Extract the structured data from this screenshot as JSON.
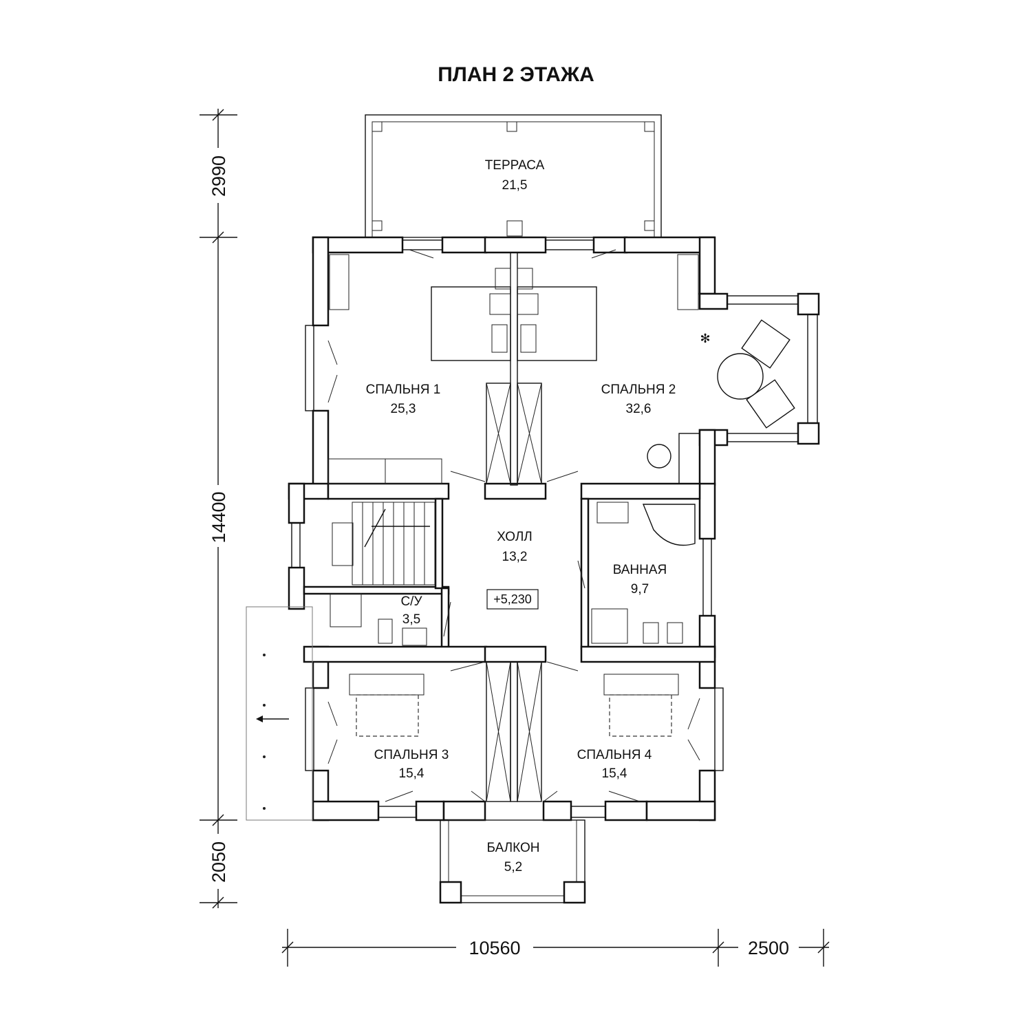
{
  "title": "ПЛАН 2 ЭТАЖА",
  "rooms": {
    "terrace": {
      "name": "ТЕРРАСА",
      "area": "21,5"
    },
    "bedroom1": {
      "name": "СПАЛЬНЯ 1",
      "area": "25,3"
    },
    "bedroom2": {
      "name": "СПАЛЬНЯ 2",
      "area": "32,6"
    },
    "hall": {
      "name": "ХОЛЛ",
      "area": "13,2"
    },
    "bathroom": {
      "name": "ВАННАЯ",
      "area": "9,7"
    },
    "wc": {
      "name": "С/У",
      "area": "3,5"
    },
    "bedroom3": {
      "name": "СПАЛЬНЯ 3",
      "area": "15,4"
    },
    "bedroom4": {
      "name": "СПАЛЬНЯ 4",
      "area": "15,4"
    },
    "balcony": {
      "name": "БАЛКОН",
      "area": "5,2"
    }
  },
  "level_mark": "+5,230",
  "dimensions": {
    "vertical": [
      "2990",
      "14400",
      "2050"
    ],
    "horizontal": [
      "10560",
      "2500"
    ]
  }
}
